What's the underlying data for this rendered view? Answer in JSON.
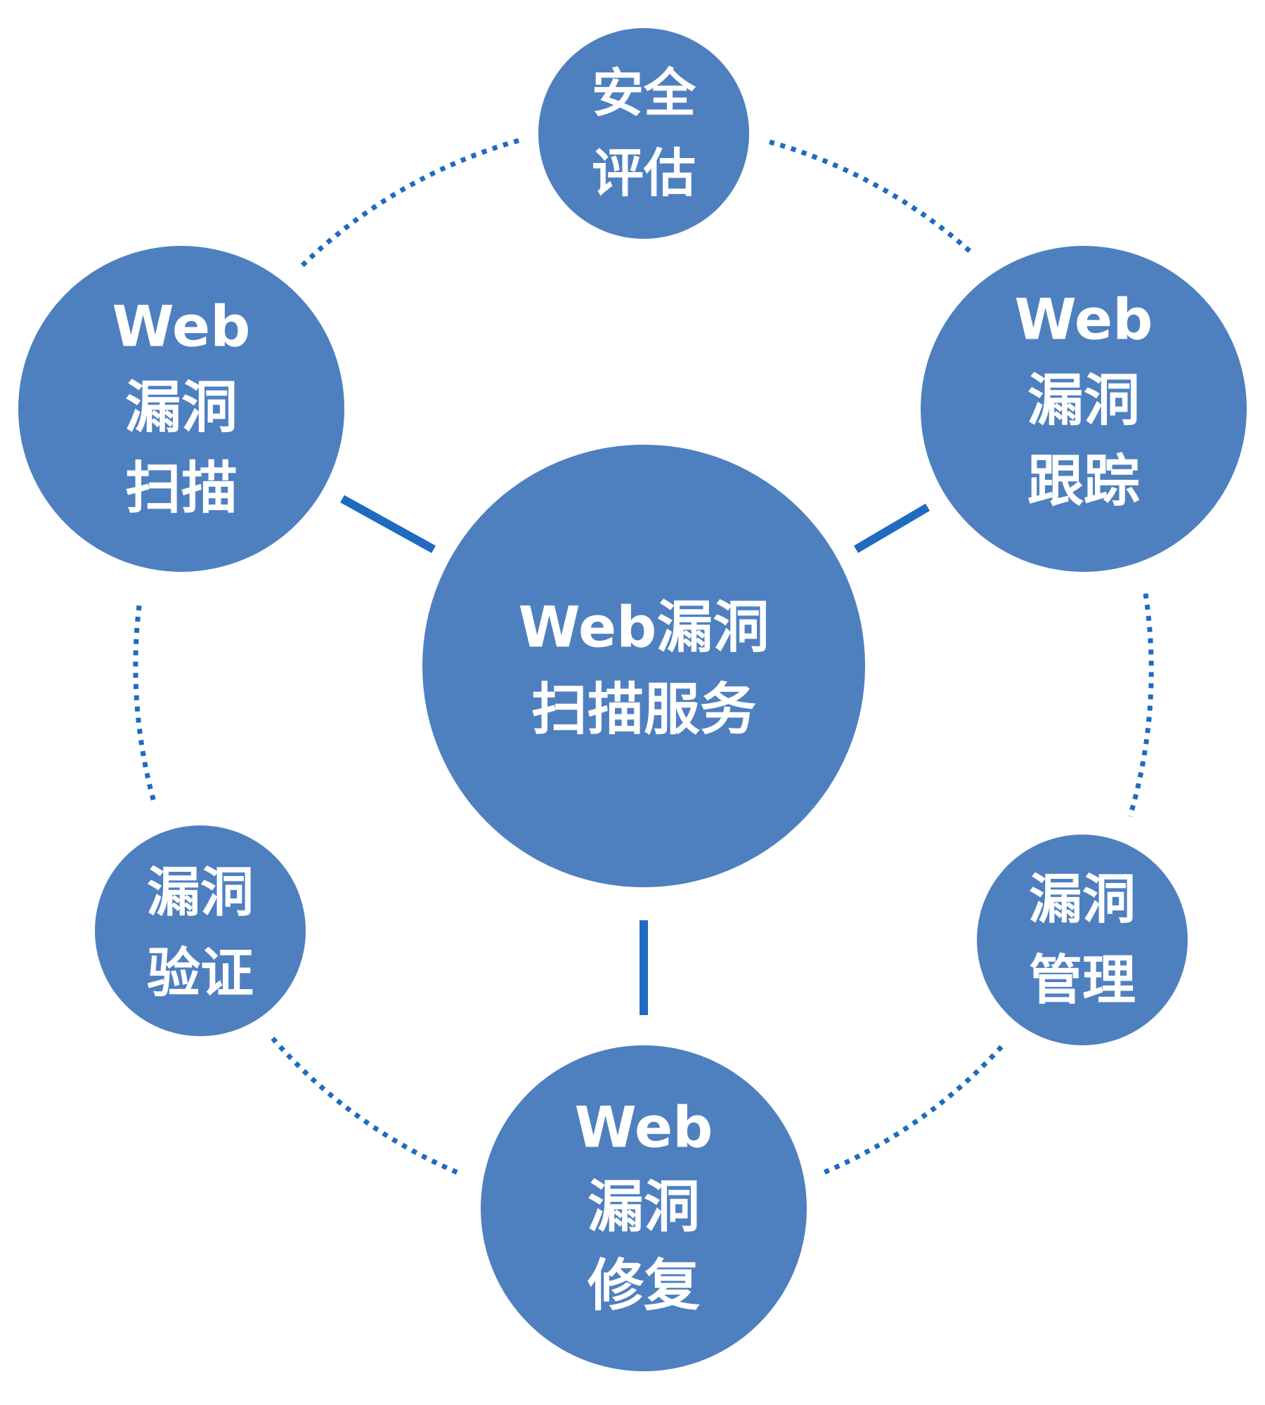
{
  "colors": {
    "node_fill": "#4e80c0",
    "text": "#ffffff",
    "connector": "#1f6bc0",
    "background": "#ffffff"
  },
  "center": {
    "lines": [
      "Web漏洞",
      "扫描服务"
    ]
  },
  "nodes": {
    "security_assessment": {
      "lines": [
        "安全",
        "评估"
      ]
    },
    "vuln_scan": {
      "lines": [
        "Web",
        "漏洞",
        "扫描"
      ]
    },
    "vuln_tracking": {
      "lines": [
        "Web",
        "漏洞",
        "跟踪"
      ]
    },
    "vuln_verification": {
      "lines": [
        "漏洞",
        "验证"
      ]
    },
    "vuln_management": {
      "lines": [
        "漏洞",
        "管理"
      ]
    },
    "vuln_repair": {
      "lines": [
        "Web",
        "漏洞",
        "修复"
      ]
    }
  }
}
